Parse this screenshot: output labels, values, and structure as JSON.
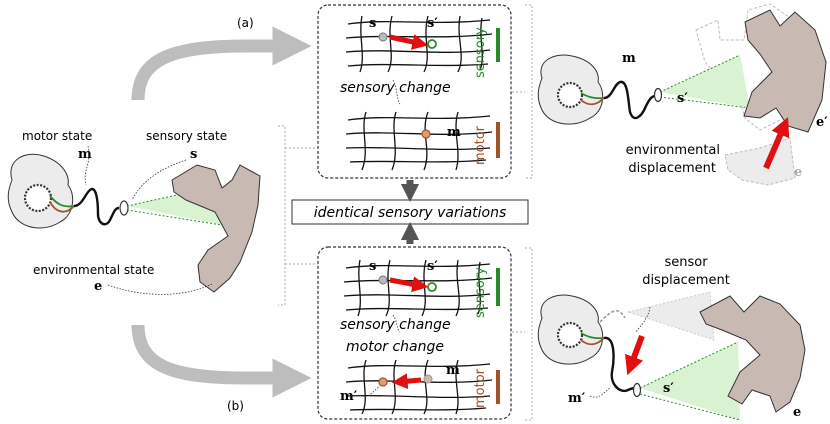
{
  "panel_labels": {
    "a": "(a)",
    "b": "(b)"
  },
  "left": {
    "motor_state": "motor state",
    "motor_symbol": "m",
    "sensory_state": "sensory state",
    "sensory_symbol": "s",
    "environmental_state": "environmental state",
    "environmental_symbol": "e"
  },
  "center": {
    "identical_label": "identical sensory variations",
    "top_box": {
      "s": "s",
      "s_prime": "s′",
      "sensory_change": "sensory change",
      "m": "m",
      "sensory_tag": "sensory",
      "motor_tag": "motor"
    },
    "bottom_box": {
      "s": "s",
      "s_prime": "s′",
      "sensory_change": "sensory change",
      "motor_change": "motor change",
      "m": "m",
      "m_prime": "m′",
      "sensory_tag": "sensory",
      "motor_tag": "motor"
    }
  },
  "right_top": {
    "m": "m",
    "s_prime": "s′",
    "e_prime": "e′",
    "e": "e",
    "displacement_line1": "environmental",
    "displacement_line2": "displacement"
  },
  "right_bottom": {
    "m_prime": "m′",
    "s_prime": "s′",
    "e": "e",
    "displacement_line1": "sensor",
    "displacement_line2": "displacement"
  },
  "colors": {
    "sensory": "#2a8a2a",
    "motor": "#a0522d",
    "arrow": "#e01010",
    "env": "#c8bab2",
    "cone": "#d8f2d2",
    "flow": "#bdbdbd"
  }
}
